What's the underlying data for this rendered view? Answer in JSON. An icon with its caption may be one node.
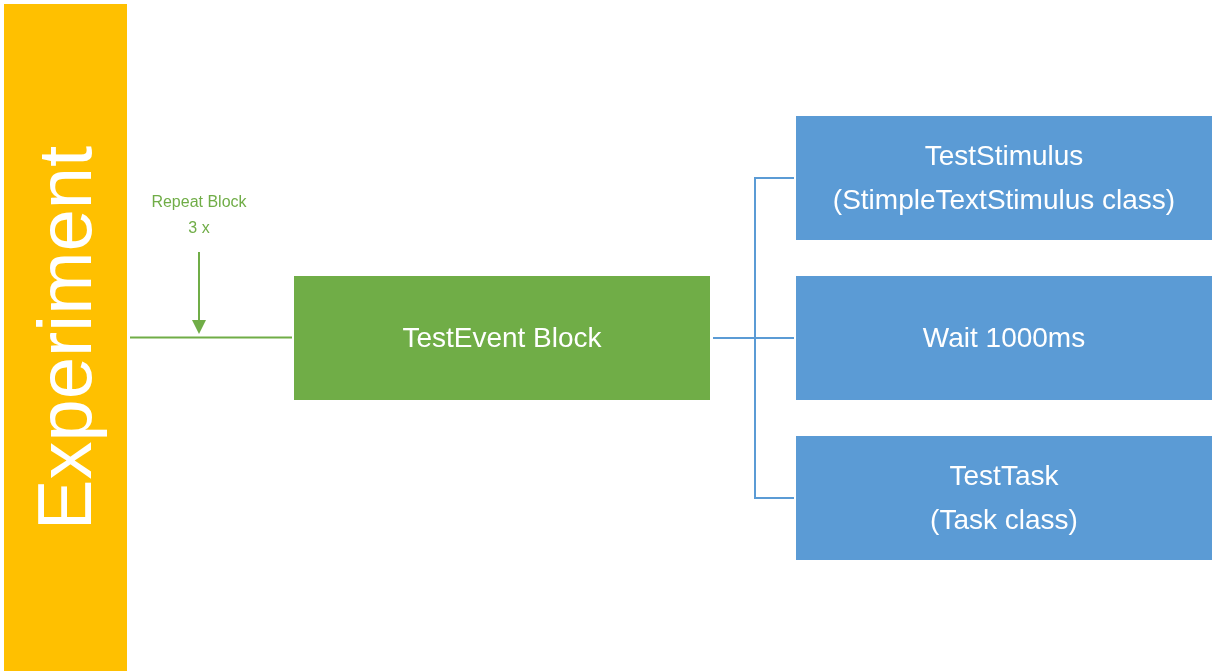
{
  "diagram": {
    "nodes": [
      {
        "text": [
          "Experiment"
        ]
      },
      {
        "text": [
          "TestEvent Block"
        ]
      },
      {
        "text": [
          "TestStimulus",
          "(StimpleTextStimulus class)"
        ]
      },
      {
        "text": [
          "Wait 1000ms"
        ]
      },
      {
        "text": [
          "TestTask",
          "(Task class)"
        ]
      }
    ],
    "edges": [
      {
        "from": 0,
        "to": 1,
        "arrow": "none",
        "color": "#70ad47"
      },
      {
        "from": 1,
        "to": 2,
        "arrow": "none"
      },
      {
        "from": 1,
        "to": 3,
        "arrow": "none"
      },
      {
        "from": 1,
        "to": 4,
        "arrow": "none"
      }
    ],
    "labels": [
      "Repeat Block",
      "3 x"
    ]
  }
}
